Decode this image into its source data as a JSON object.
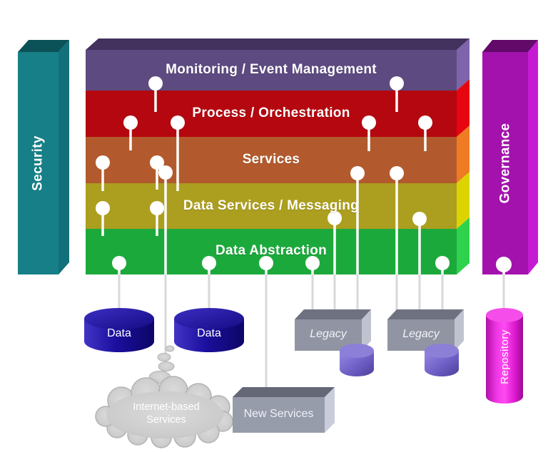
{
  "diagram": {
    "layers": [
      {
        "label": "Monitoring / Event Management",
        "front": "#5d4a80",
        "side": "#7e64ab"
      },
      {
        "label": "Process / Orchestration",
        "front": "#b4070f",
        "side": "#e7050f"
      },
      {
        "label": "Services",
        "front": "#b25a2d",
        "side": "#ef7b23"
      },
      {
        "label": "Data Services / Messaging",
        "front": "#ac9e1e",
        "side": "#dcd400"
      },
      {
        "label": "Data Abstraction",
        "front": "#1ca93c",
        "side": "#2fd24c"
      }
    ],
    "top_face_color": "#43315e",
    "pillars": {
      "security": {
        "label": "Security",
        "front": "#177f87",
        "top": "#0b5158",
        "side": "#11707a"
      },
      "governance": {
        "label": "Governance",
        "front": "#a312ac",
        "top": "#62096a",
        "side": "#c51ad2"
      }
    },
    "bottom": {
      "data_stores": {
        "labels": [
          "Data",
          "Data"
        ],
        "color": "#1c10a0"
      },
      "cloud": {
        "label": "Internet-based Services",
        "color": "#c9c9c9"
      },
      "new_services": {
        "label": "New Services",
        "front": "#979cab",
        "top": "#646876",
        "side": "#c9ccdb"
      },
      "legacy_boxes": {
        "labels": [
          "Legacy",
          "Legacy"
        ],
        "front": "#9195a3",
        "top": "#6e7280",
        "side": "#c0c3cf"
      },
      "legacy_db_color": "#6f61c4",
      "repository": {
        "label": "Repository",
        "color": "#e01fd2"
      }
    },
    "connectors": {
      "pin_color": "#ffffff",
      "line_color": "#d8d8d8"
    }
  }
}
